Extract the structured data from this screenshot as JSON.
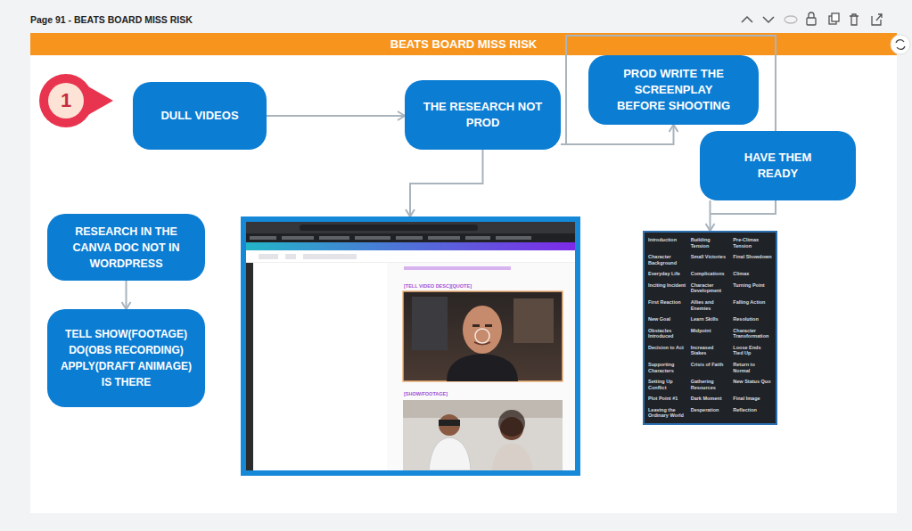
{
  "diagram": {
    "title": "BEATS BOARD MISS RISK",
    "nodes": [
      {
        "text": [
          "1"
        ]
      },
      {
        "text": [
          "DULL VIDEOS"
        ]
      },
      {
        "text": [
          "THE RESEARCH NOT PROD"
        ]
      },
      {
        "text": [
          "PROD WRITE THE SCREENPLAY BEFORE SHOOTING"
        ]
      },
      {
        "text": [
          "HAVE THEM READY"
        ]
      },
      {
        "text": [
          "RESEARCH IN THE CANVA DOC NOT IN WORDPRESS"
        ]
      },
      {
        "text": [
          "TELL SHOW(FOOTAGE) DO(OBS RECORDING) APPLY(DRAFT ANIMAGE) IS THERE"
        ]
      },
      {
        "text": [
          "[TELL VIDEO DESC][QUOTE]",
          "[SHOW/FOOTAGE]"
        ]
      },
      {
        "text": [
          "Introduction",
          "Building Tension",
          "Pre-Climax Tension",
          "Character Background",
          "Small Victories",
          "Final Showdown",
          "Everyday Life",
          "Complications",
          "Climax",
          "Inciting Incident",
          "Character Development",
          "Turning Point",
          "First Reaction",
          "Allies and Enemies",
          "Falling Action",
          "New Goal",
          "Learn Skills",
          "Resolution",
          "Obstacles Introduced",
          "Midpoint",
          "Character Transformation",
          "Decision to Act",
          "Increased Stakes",
          "Loose Ends Tied Up",
          "Supporting Characters",
          "Crisis of Faith",
          "Return to Normal",
          "Setting Up Conflict",
          "Gathering Resources",
          "New Status Quo",
          "Plot Point #1",
          "Dark Moment",
          "Final Image",
          "Leaving the Ordinary World",
          "Desperation",
          "Reflection"
        ]
      }
    ],
    "edges": [
      {
        "from": 1,
        "to": 2,
        "arrow": "to"
      },
      {
        "from": 2,
        "to": 3,
        "arrow": "to"
      },
      {
        "from": 2,
        "to": 7,
        "arrow": "to"
      },
      {
        "from": 5,
        "to": 6,
        "arrow": "to"
      },
      {
        "from": 4,
        "to": 8,
        "arrow": "to"
      }
    ],
    "labels": [
      "Page 91 - BEATS BOARD MISS RISK"
    ]
  }
}
